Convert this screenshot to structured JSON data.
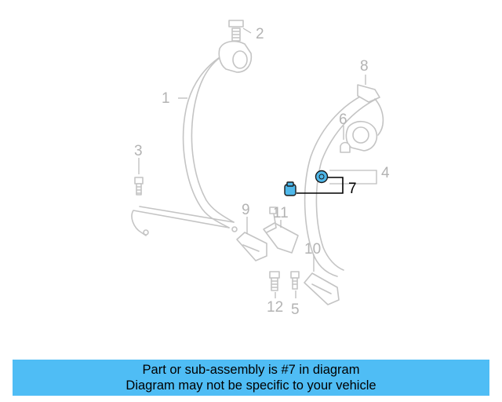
{
  "diagram": {
    "highlight_color": "#4fb8ea",
    "line_color": "#c4c4c4",
    "callouts": {
      "c1": "1",
      "c2": "2",
      "c3": "3",
      "c4": "4",
      "c5": "5",
      "c6": "6",
      "c7": "7",
      "c8": "8",
      "c9": "9",
      "c10": "10",
      "c11": "11",
      "c12": "12"
    },
    "highlighted_callout": "7"
  },
  "banner": {
    "line1": "Part or sub-assembly is #7 in diagram",
    "line2": "Diagram may not be specific to your vehicle",
    "background": "#4fbdf5"
  }
}
